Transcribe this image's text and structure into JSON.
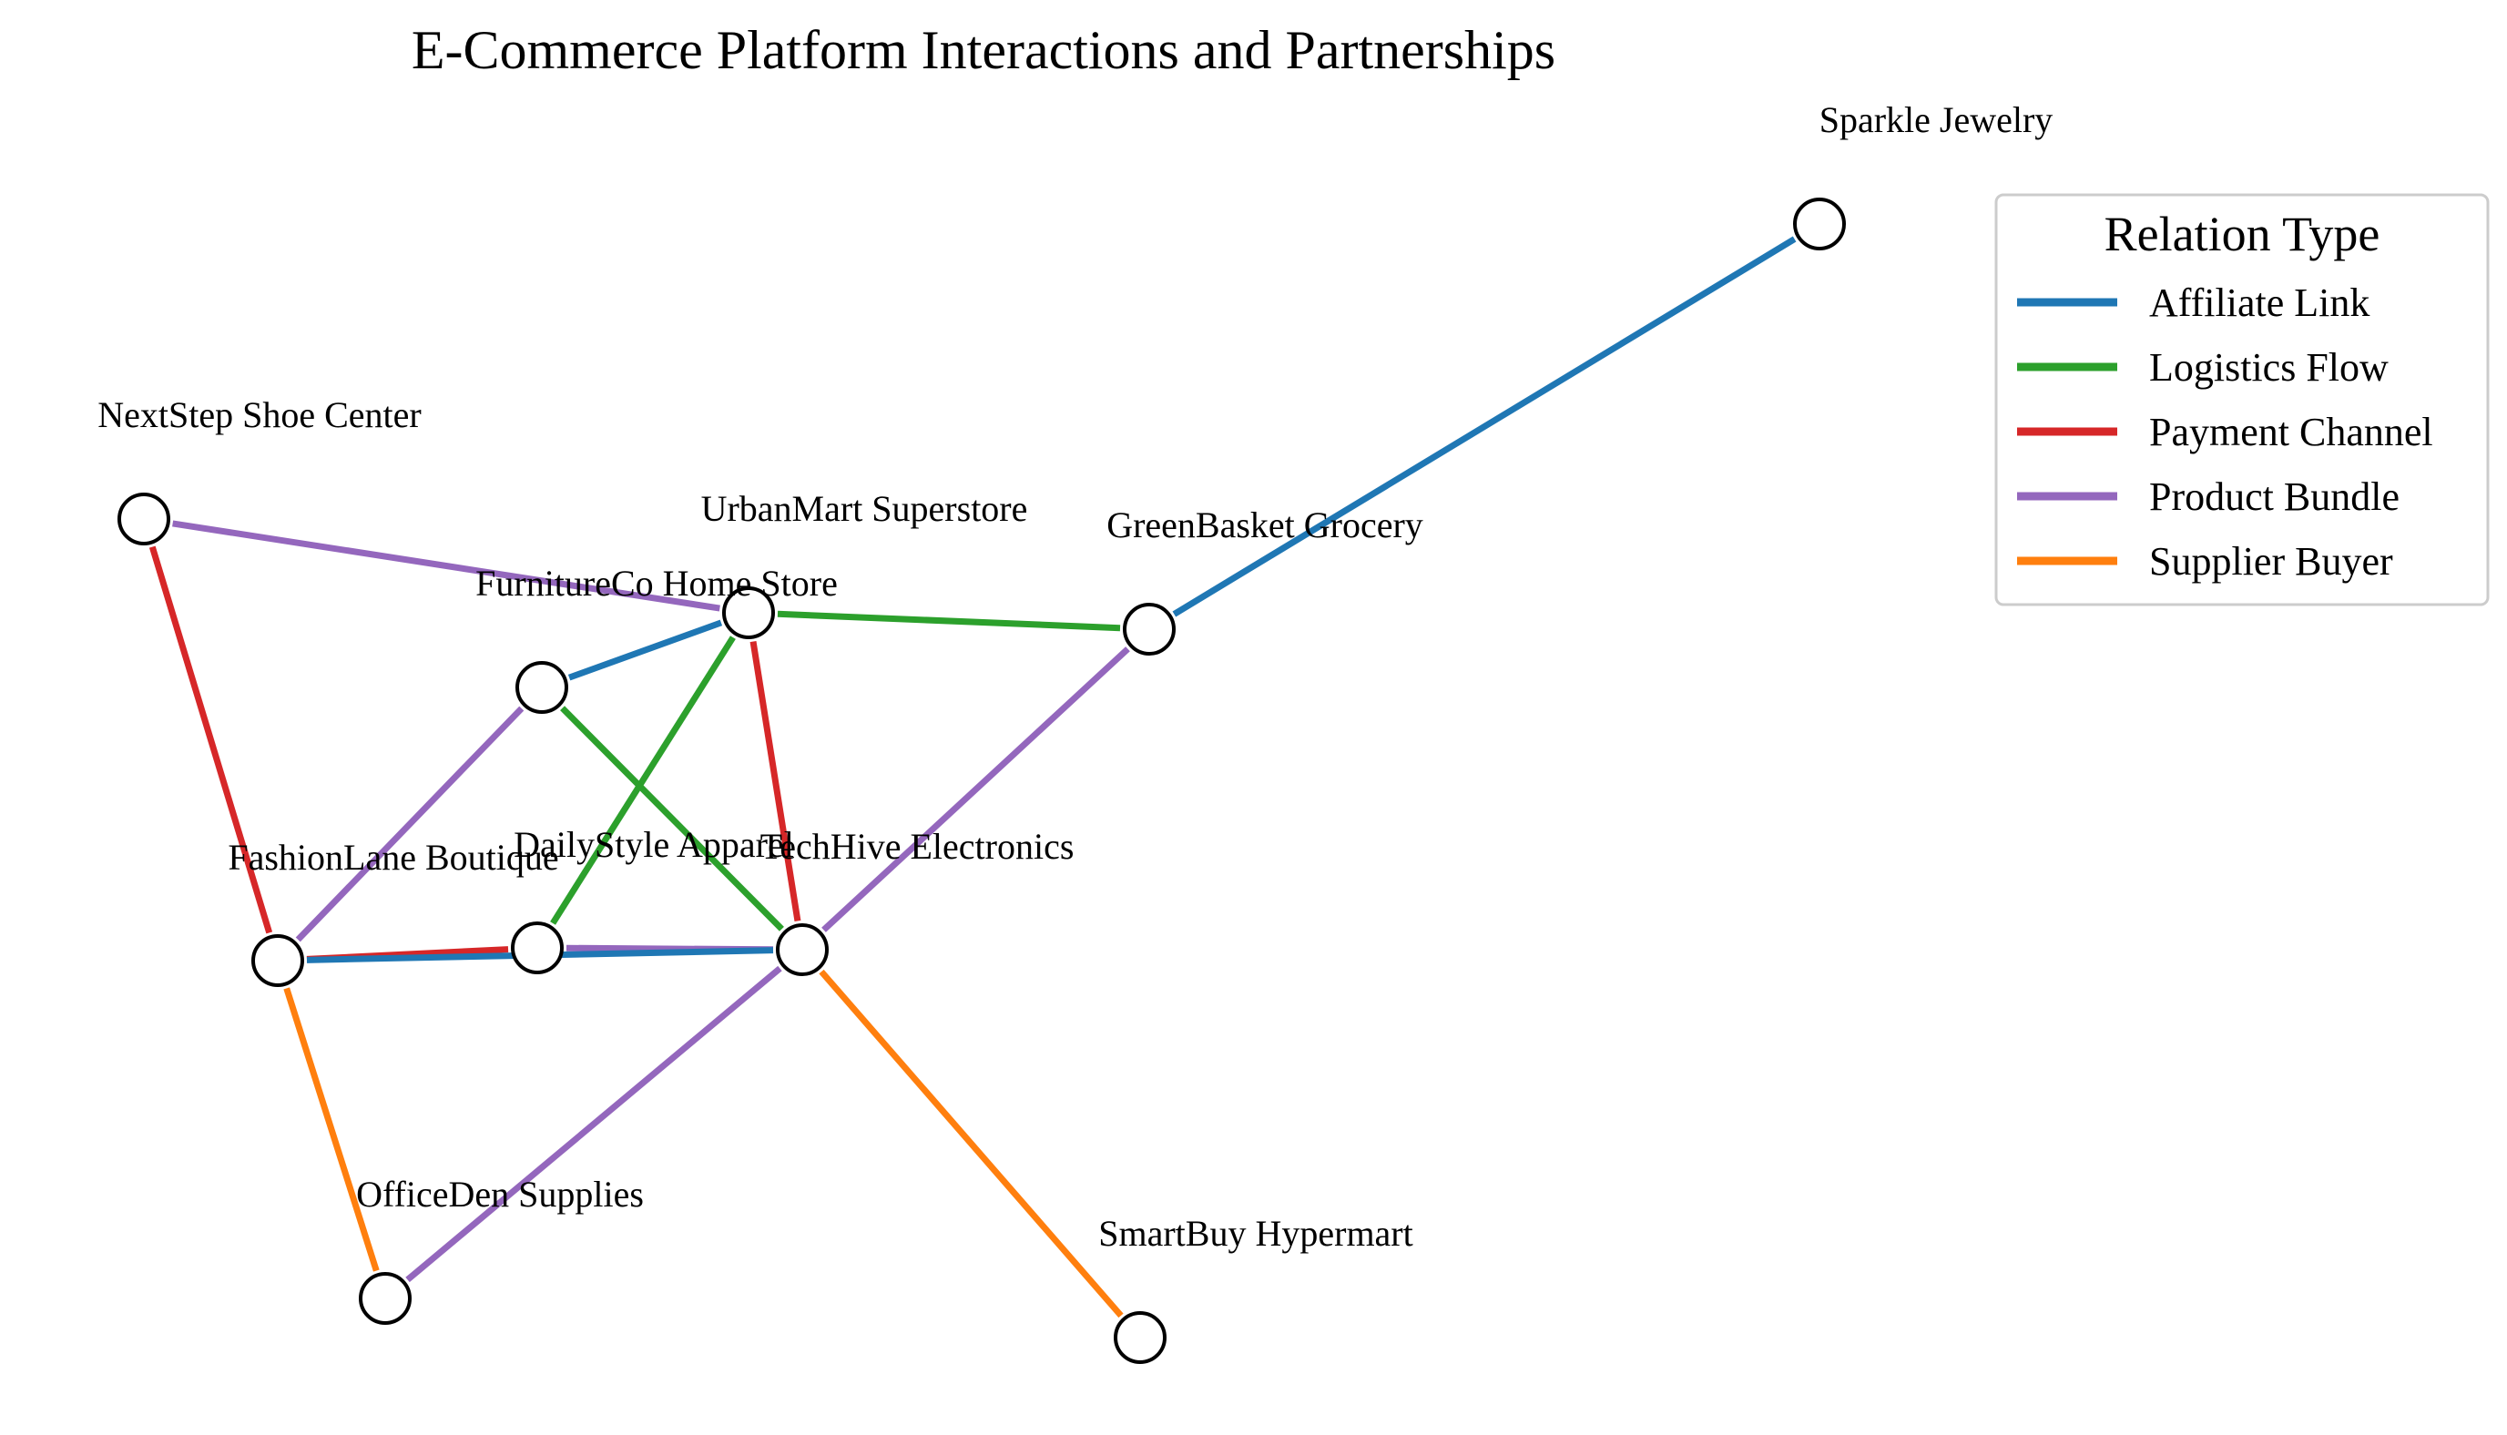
{
  "title": "E-Commerce Platform Interactions and Partnerships",
  "legend": {
    "title": "Relation Type",
    "items": [
      {
        "label": "Affiliate Link",
        "color": "#1f77b4"
      },
      {
        "label": "Logistics Flow",
        "color": "#2ca02c"
      },
      {
        "label": "Payment Channel",
        "color": "#d62728"
      },
      {
        "label": "Product Bundle",
        "color": "#9467bd"
      },
      {
        "label": "Supplier Buyer",
        "color": "#ff7f0e"
      }
    ]
  },
  "nodes": [
    {
      "id": "sparkle",
      "label": "Sparkle Jewelry"
    },
    {
      "id": "nextstep",
      "label": "NextStep Shoe Center"
    },
    {
      "id": "urbanmart",
      "label": "UrbanMart Superstore"
    },
    {
      "id": "greenbasket",
      "label": "GreenBasket Grocery"
    },
    {
      "id": "furnitureco",
      "label": "FurnitureCo Home Store"
    },
    {
      "id": "fashionlane",
      "label": "FashionLane Boutique"
    },
    {
      "id": "dailystyle",
      "label": "DailyStyle Apparel"
    },
    {
      "id": "techhive",
      "label": "TechHive Electronics"
    },
    {
      "id": "officeden",
      "label": "OfficeDen Supplies"
    },
    {
      "id": "smartbuy",
      "label": "SmartBuy Hypermart"
    }
  ],
  "edges": [
    {
      "source": "greenbasket",
      "target": "sparkle",
      "relation": "Affiliate Link"
    },
    {
      "source": "nextstep",
      "target": "urbanmart",
      "relation": "Product Bundle"
    },
    {
      "source": "nextstep",
      "target": "fashionlane",
      "relation": "Payment Channel"
    },
    {
      "source": "urbanmart",
      "target": "greenbasket",
      "relation": "Logistics Flow"
    },
    {
      "source": "furnitureco",
      "target": "urbanmart",
      "relation": "Affiliate Link"
    },
    {
      "source": "urbanmart",
      "target": "dailystyle",
      "relation": "Logistics Flow"
    },
    {
      "source": "urbanmart",
      "target": "techhive",
      "relation": "Payment Channel"
    },
    {
      "source": "furnitureco",
      "target": "techhive",
      "relation": "Logistics Flow"
    },
    {
      "source": "furnitureco",
      "target": "fashionlane",
      "relation": "Product Bundle"
    },
    {
      "source": "greenbasket",
      "target": "techhive",
      "relation": "Product Bundle"
    },
    {
      "source": "fashionlane",
      "target": "dailystyle",
      "relation": "Payment Channel"
    },
    {
      "source": "dailystyle",
      "target": "techhive",
      "relation": "Product Bundle"
    },
    {
      "source": "fashionlane",
      "target": "techhive",
      "relation": "Affiliate Link"
    },
    {
      "source": "fashionlane",
      "target": "officeden",
      "relation": "Supplier Buyer"
    },
    {
      "source": "techhive",
      "target": "officeden",
      "relation": "Product Bundle"
    },
    {
      "source": "techhive",
      "target": "smartbuy",
      "relation": "Supplier Buyer"
    }
  ]
}
